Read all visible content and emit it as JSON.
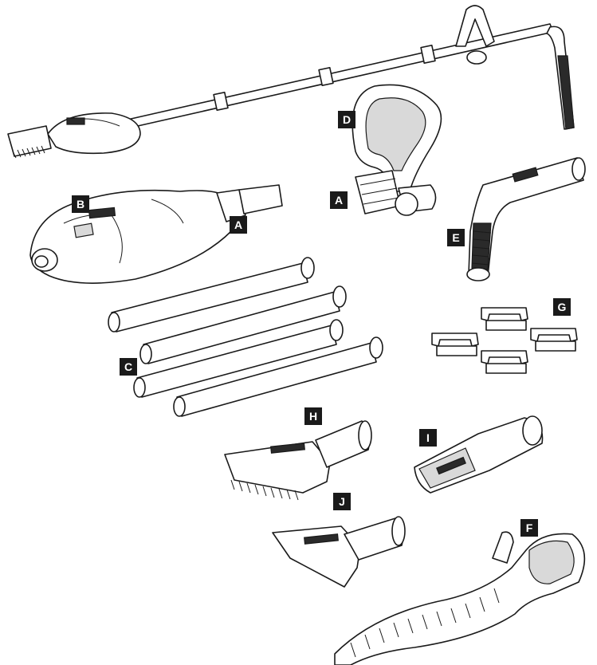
{
  "labels": {
    "a1": "A",
    "a2": "A",
    "b": "B",
    "c": "C",
    "d": "D",
    "e": "E",
    "f": "F",
    "g": "G",
    "h": "H",
    "i": "I",
    "j": "J"
  },
  "colors": {
    "label_bg": "#1a1a1a",
    "label_fg": "#ffffff",
    "line": "#1a1a1a"
  }
}
